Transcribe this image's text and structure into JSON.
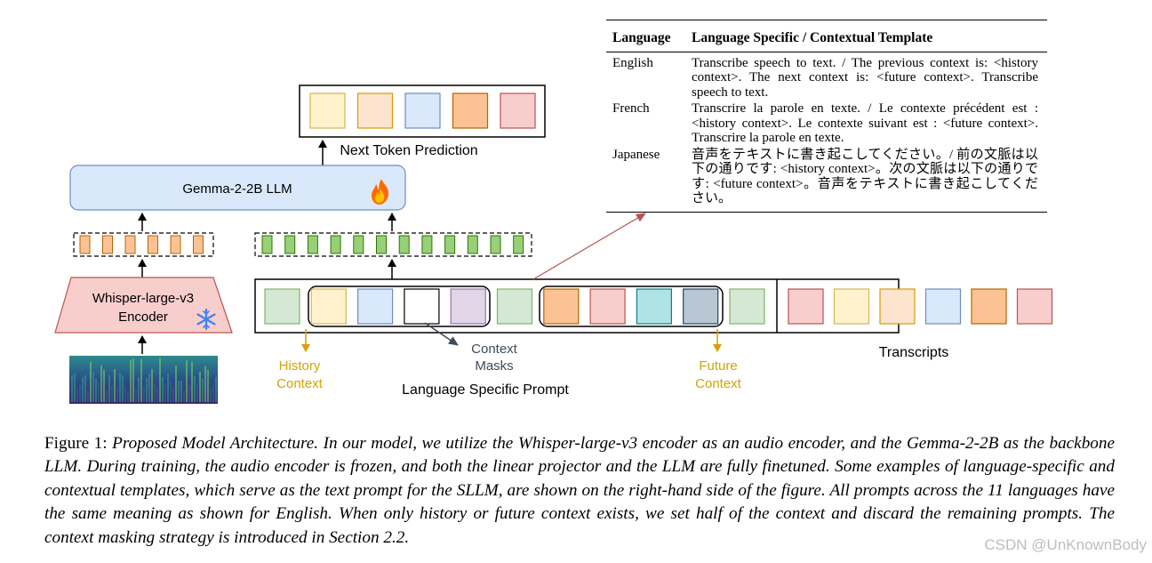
{
  "diagram": {
    "next_token_prediction": "Next Token Prediction",
    "llm_label": "Gemma-2-2B LLM",
    "encoder_label_line1": "Whisper-large-v3",
    "encoder_label_line2": "Encoder",
    "history_context_line1": "History",
    "history_context_line2": "Context",
    "context_masks_line1": "Context",
    "context_masks_line2": "Masks",
    "language_specific_prompt": "Language Specific Prompt",
    "future_context_line1": "Future",
    "future_context_line2": "Context",
    "transcripts": "Transcripts",
    "llm_icon": "fire-icon",
    "encoder_icon": "snowflake-icon",
    "accent_context_color": "#d6a100",
    "output_tokens_colors": [
      "#fff2cc",
      "#fde4cf",
      "#dae8fc",
      "#fbc394",
      "#f8cecc"
    ],
    "prompt_tokens_colors": [
      "#d5e8d4",
      "#fff2cc",
      "#dae8fc",
      "#ffffff",
      "#e1d5e7",
      "#d5e8d4",
      "#fbc394",
      "#f8cecc",
      "#b0e3e6",
      "#b8c7d3",
      "#d5e8d4"
    ],
    "transcript_tokens_colors": [
      "#f8cecc",
      "#fff2cc",
      "#fde4cf",
      "#dae8fc",
      "#fbc394",
      "#f8cecc"
    ]
  },
  "table": {
    "header_language": "Language",
    "header_template": "Language Specific / Contextual Template",
    "rows": [
      {
        "language": "English",
        "template": "Transcribe speech to text. / The previous context is: <history context>. The next context is: <future context>. Transcribe speech to text."
      },
      {
        "language": "French",
        "template": "Transcrire la parole en texte. / Le contexte précédent est : <history context>. Le contexte suivant est : <future context>. Transcrire la parole en texte."
      },
      {
        "language": "Japanese",
        "template": "音声をテキストに書き起こしてください。/ 前の文脈は以下の通りです: <history context>。次の文脈は以下の通りです: <future context>。音声をテキストに書き起こしてください。"
      }
    ]
  },
  "caption": {
    "label": "Figure 1:",
    "text": "Proposed Model Architecture. In our model, we utilize the Whisper-large-v3 encoder as an audio encoder, and the Gemma-2-2B as the backbone LLM. During training, the audio encoder is frozen, and both the linear projector and the LLM are fully finetuned. Some examples of language-specific and contextual templates, which serve as the text prompt for the SLLM, are shown on the right-hand side of the figure. All prompts across the 11 languages have the same meaning as shown for English. When only history or future context exists, we set half of the context and discard the remaining prompts. The context masking strategy is introduced in Section 2.2."
  },
  "watermark": "CSDN @UnKnownBody"
}
